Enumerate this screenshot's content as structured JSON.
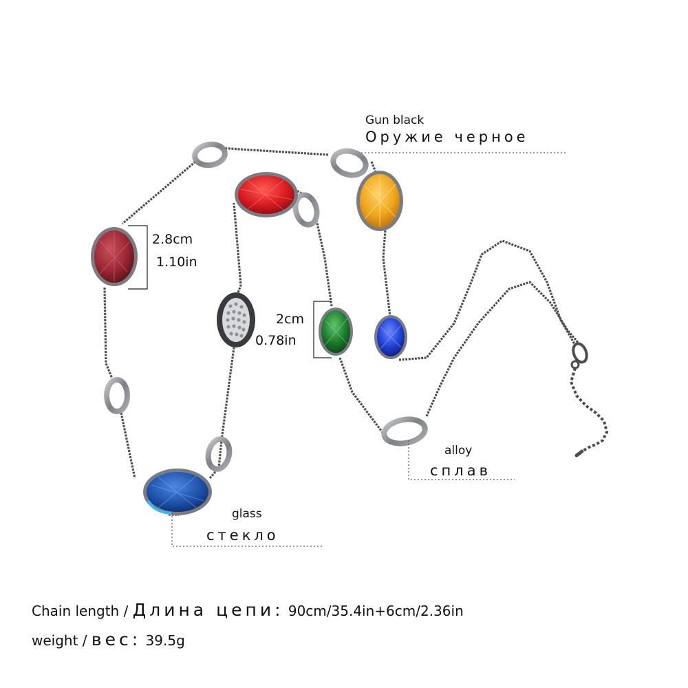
{
  "labels": {
    "finish": {
      "en": "Gun black",
      "ru": "Оружие черное"
    },
    "size_large": {
      "cm": "2.8cm",
      "in": "1.10in"
    },
    "size_small": {
      "cm": "2cm",
      "in": "0.78in"
    },
    "material_metal": {
      "en": "alloy",
      "ru": "сплав"
    },
    "material_stone": {
      "en": "glass",
      "ru": "стекло"
    }
  },
  "specs": {
    "chain_label_en": "Chain length /",
    "chain_label_ru": "Длина цепи:",
    "chain_value": "90cm/35.4in+6cm/2.36in",
    "weight_label_en": "weight /",
    "weight_label_ru": "вес:",
    "weight_value": "39.5g"
  },
  "colors": {
    "chain": "#4b4d52",
    "ring": "#8d9096",
    "stone_burgundy": "#9b2834",
    "stone_red": "#d81b22",
    "stone_amber": "#f0a51c",
    "stone_green": "#1c7a2c",
    "stone_blue": "#1f3fd0",
    "stone_sapphire": "#1d4fa8",
    "stone_black_pave": "#2b2b2e"
  }
}
